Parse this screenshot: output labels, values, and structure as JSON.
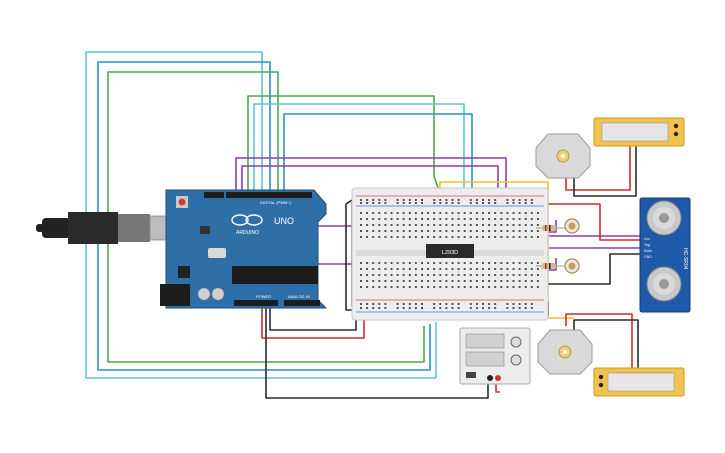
{
  "arduino": {
    "brand_text": "ARDUINO",
    "model_text": "UNO",
    "digital_label": "DIGITAL (PWM~)",
    "power_label": "POWER",
    "analog_label": "ANALOG IN",
    "board_color": "#2f6fa8",
    "plug_color": "#222222"
  },
  "breadboard": {
    "chip_label": "L293D",
    "body_color": "#ededed",
    "rail_red": "#d64040",
    "rail_blue": "#3a7bd5"
  },
  "sensor": {
    "pin_labels": [
      "Vcc",
      "Trig",
      "Echo",
      "GND"
    ],
    "name": "HC-SR04"
  },
  "wire_colors": {
    "teal": "#5bc6d6",
    "blue": "#2a8fc4",
    "green": "#4aa84a",
    "purple": "#8a3ab9",
    "yellow": "#e8c62a",
    "red": "#d42a2a",
    "black": "#2b2b2b"
  },
  "module_color": "#f2c14e",
  "motor_color": "#d9d9d9"
}
